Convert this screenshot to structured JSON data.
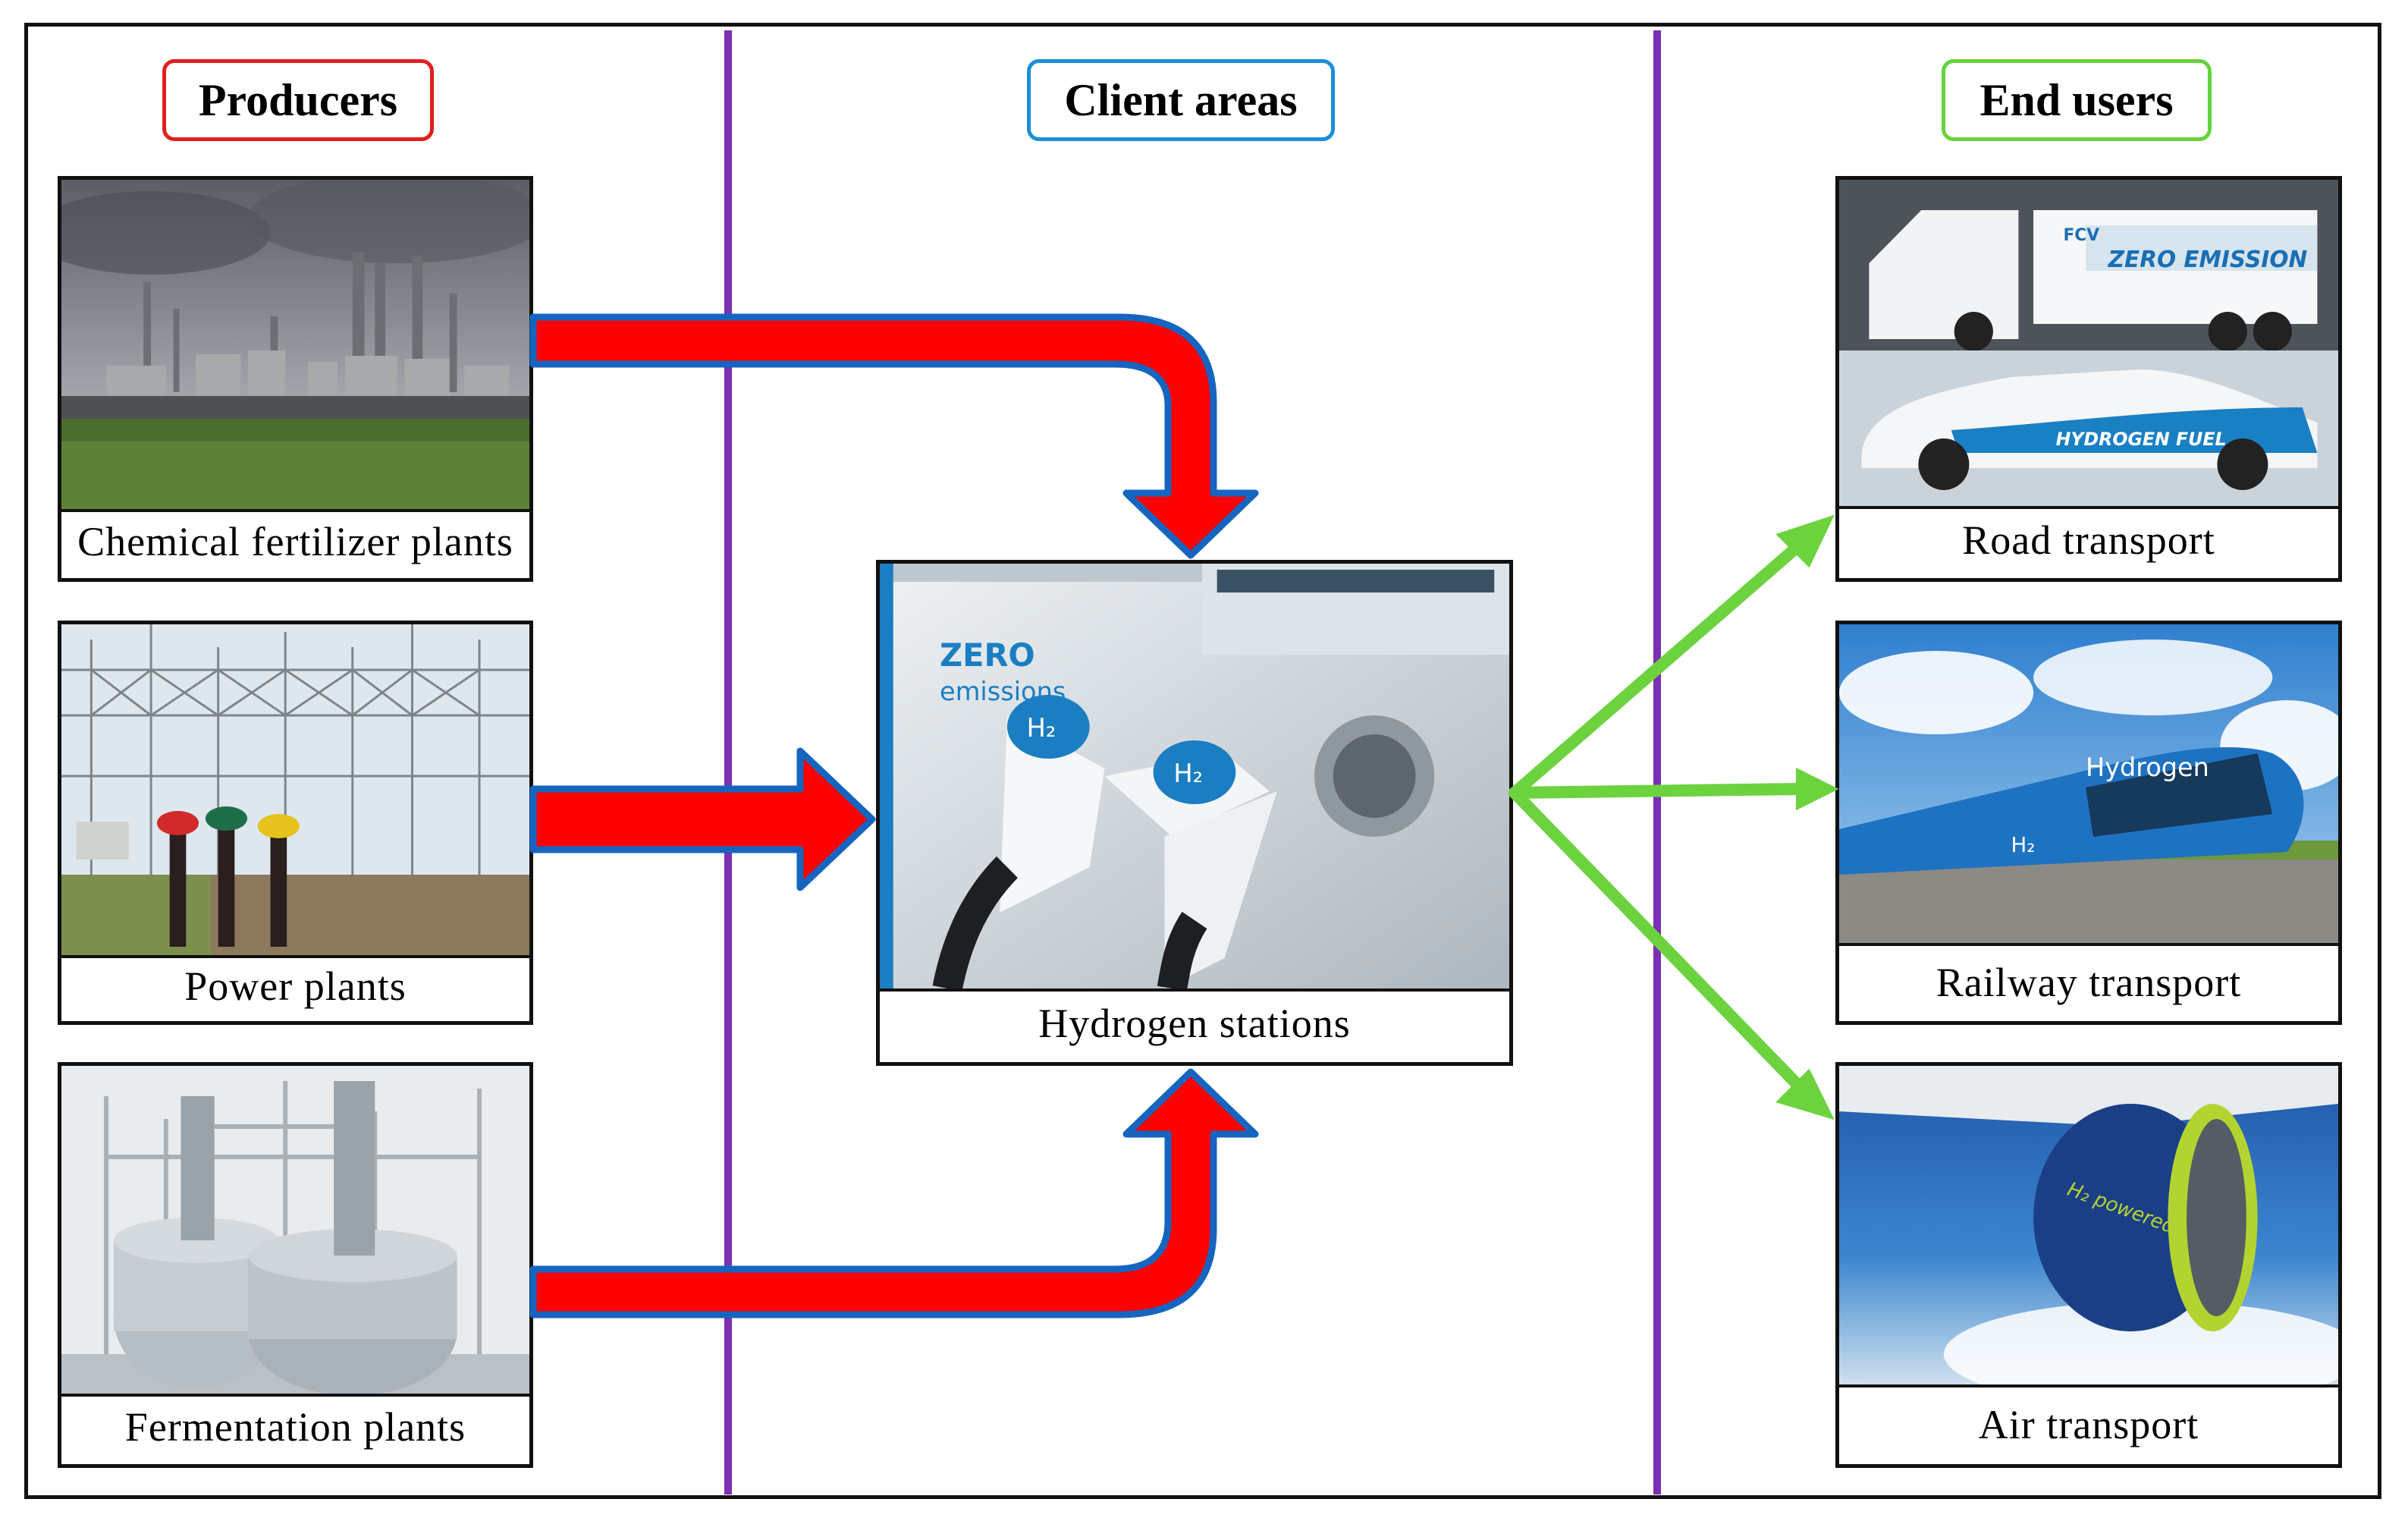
{
  "columns": {
    "producers": {
      "label": "Producers",
      "color": "#e02020"
    },
    "client_areas": {
      "label": "Client areas",
      "color": "#1b8fd8"
    },
    "end_users": {
      "label": "End users",
      "color": "#66d33a"
    }
  },
  "producers": [
    {
      "caption": "Chemical fertilizer plants"
    },
    {
      "caption": "Power plants"
    },
    {
      "caption": "Fermentation plants"
    }
  ],
  "hub": {
    "caption": "Hydrogen stations",
    "photo_text": {
      "brand_top": "ZERO",
      "brand_bottom": "emissions",
      "nozzle": "H₂"
    }
  },
  "end_users": [
    {
      "caption": "Road transport",
      "photo_text": {
        "truck": "ZERO EMISSION",
        "truck_badge": "FCV",
        "car": "HYDROGEN FUEL"
      }
    },
    {
      "caption": "Railway transport",
      "photo_text": {
        "train": "Hydrogen",
        "train_mark": "H₂"
      }
    },
    {
      "caption": "Air transport",
      "photo_text": {
        "engine": "H₂ powered"
      }
    }
  ],
  "colors": {
    "producer_arrow_fill": "#ff0000",
    "producer_arrow_outline": "#1565c0",
    "end_user_arrow": "#6cd23e",
    "divider": "#7a2fb4"
  }
}
